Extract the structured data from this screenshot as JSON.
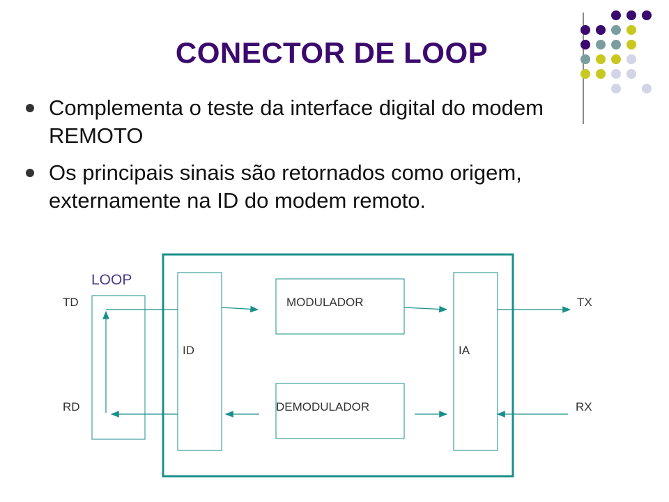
{
  "slide": {
    "title": "CONECTOR DE LOOP",
    "bullets": [
      "Complementa o teste da interface digital do modem REMOTO",
      "Os principais sinais são retornados como origem, externamente na ID do modem remoto."
    ]
  },
  "diagram": {
    "loop_label": "LOOP",
    "td_label": "TD",
    "rd_label": "RD",
    "id_label": "ID",
    "ia_label": "IA",
    "modulador_label": "MODULADOR",
    "demodulador_label": "DEMODULADOR",
    "tx_label": "TX",
    "rx_label": "RX"
  },
  "colors": {
    "title": "#3b0a6e",
    "modem_frame": "#1a8f8a",
    "dot_purple": "#3b0a6e",
    "dot_teal": "#7a9e9f",
    "dot_yellow": "#c8c820",
    "dot_lilac": "#d4d4e8"
  }
}
